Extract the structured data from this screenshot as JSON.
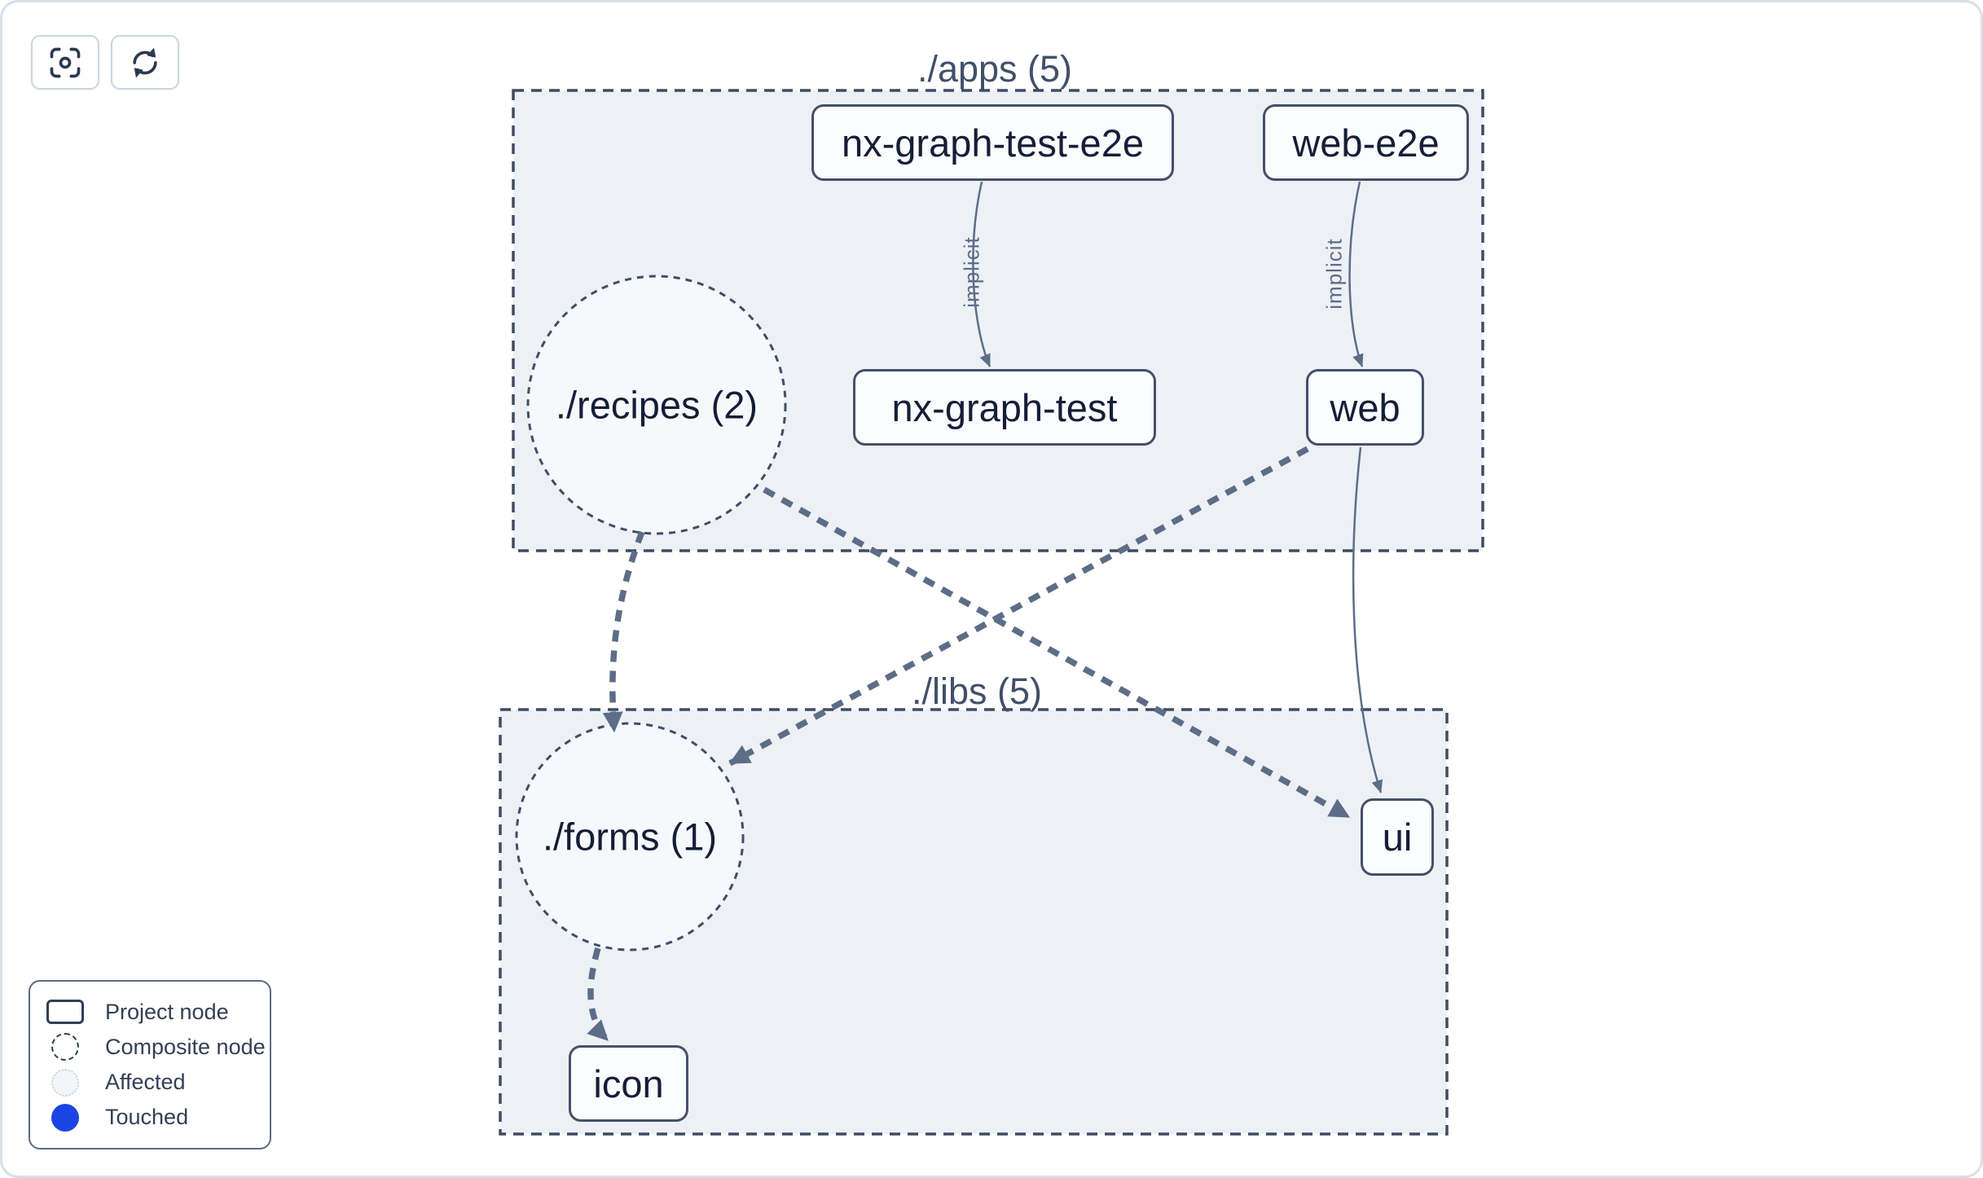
{
  "toolbar": {
    "focus_button": "focus-graph",
    "refresh_button": "refresh-graph"
  },
  "groups": {
    "apps": {
      "label": "./apps (5)"
    },
    "libs": {
      "label": "./libs (5)"
    }
  },
  "nodes": {
    "nx_graph_test_e2e": {
      "label": "nx-graph-test-e2e",
      "type": "project"
    },
    "web_e2e": {
      "label": "web-e2e",
      "type": "project"
    },
    "recipes": {
      "label": "./recipes (2)",
      "type": "composite"
    },
    "nx_graph_test": {
      "label": "nx-graph-test",
      "type": "project"
    },
    "web": {
      "label": "web",
      "type": "project"
    },
    "forms": {
      "label": "./forms (1)",
      "type": "composite"
    },
    "ui": {
      "label": "ui",
      "type": "project"
    },
    "icon": {
      "label": "icon",
      "type": "project"
    }
  },
  "edges": [
    {
      "from": "nx-graph-test-e2e",
      "to": "nx-graph-test",
      "label": "implicit",
      "style": "solid"
    },
    {
      "from": "web-e2e",
      "to": "web",
      "label": "implicit",
      "style": "solid"
    },
    {
      "from": "./recipes (2)",
      "to": "./forms (1)",
      "label": "",
      "style": "dashed"
    },
    {
      "from": "./recipes (2)",
      "to": "ui",
      "label": "",
      "style": "dashed"
    },
    {
      "from": "web",
      "to": "./forms (1)",
      "label": "",
      "style": "dashed"
    },
    {
      "from": "web",
      "to": "ui",
      "label": "",
      "style": "solid"
    },
    {
      "from": "./forms (1)",
      "to": "icon",
      "label": "",
      "style": "dashed"
    }
  ],
  "legend": {
    "items": [
      {
        "swatch": "project-node-rect",
        "label": "Project node"
      },
      {
        "swatch": "composite-node-circle",
        "label": "Composite node"
      },
      {
        "swatch": "affected-circle",
        "label": "Affected"
      },
      {
        "swatch": "touched-circle",
        "label": "Touched"
      }
    ]
  },
  "colors": {
    "group_fill": "#edf1f6",
    "group_stroke": "#3f4c63",
    "node_border": "#44506a",
    "edge": "#5d6d87",
    "touched_blue": "#1b45e3",
    "page_border": "#d9dfe9"
  }
}
